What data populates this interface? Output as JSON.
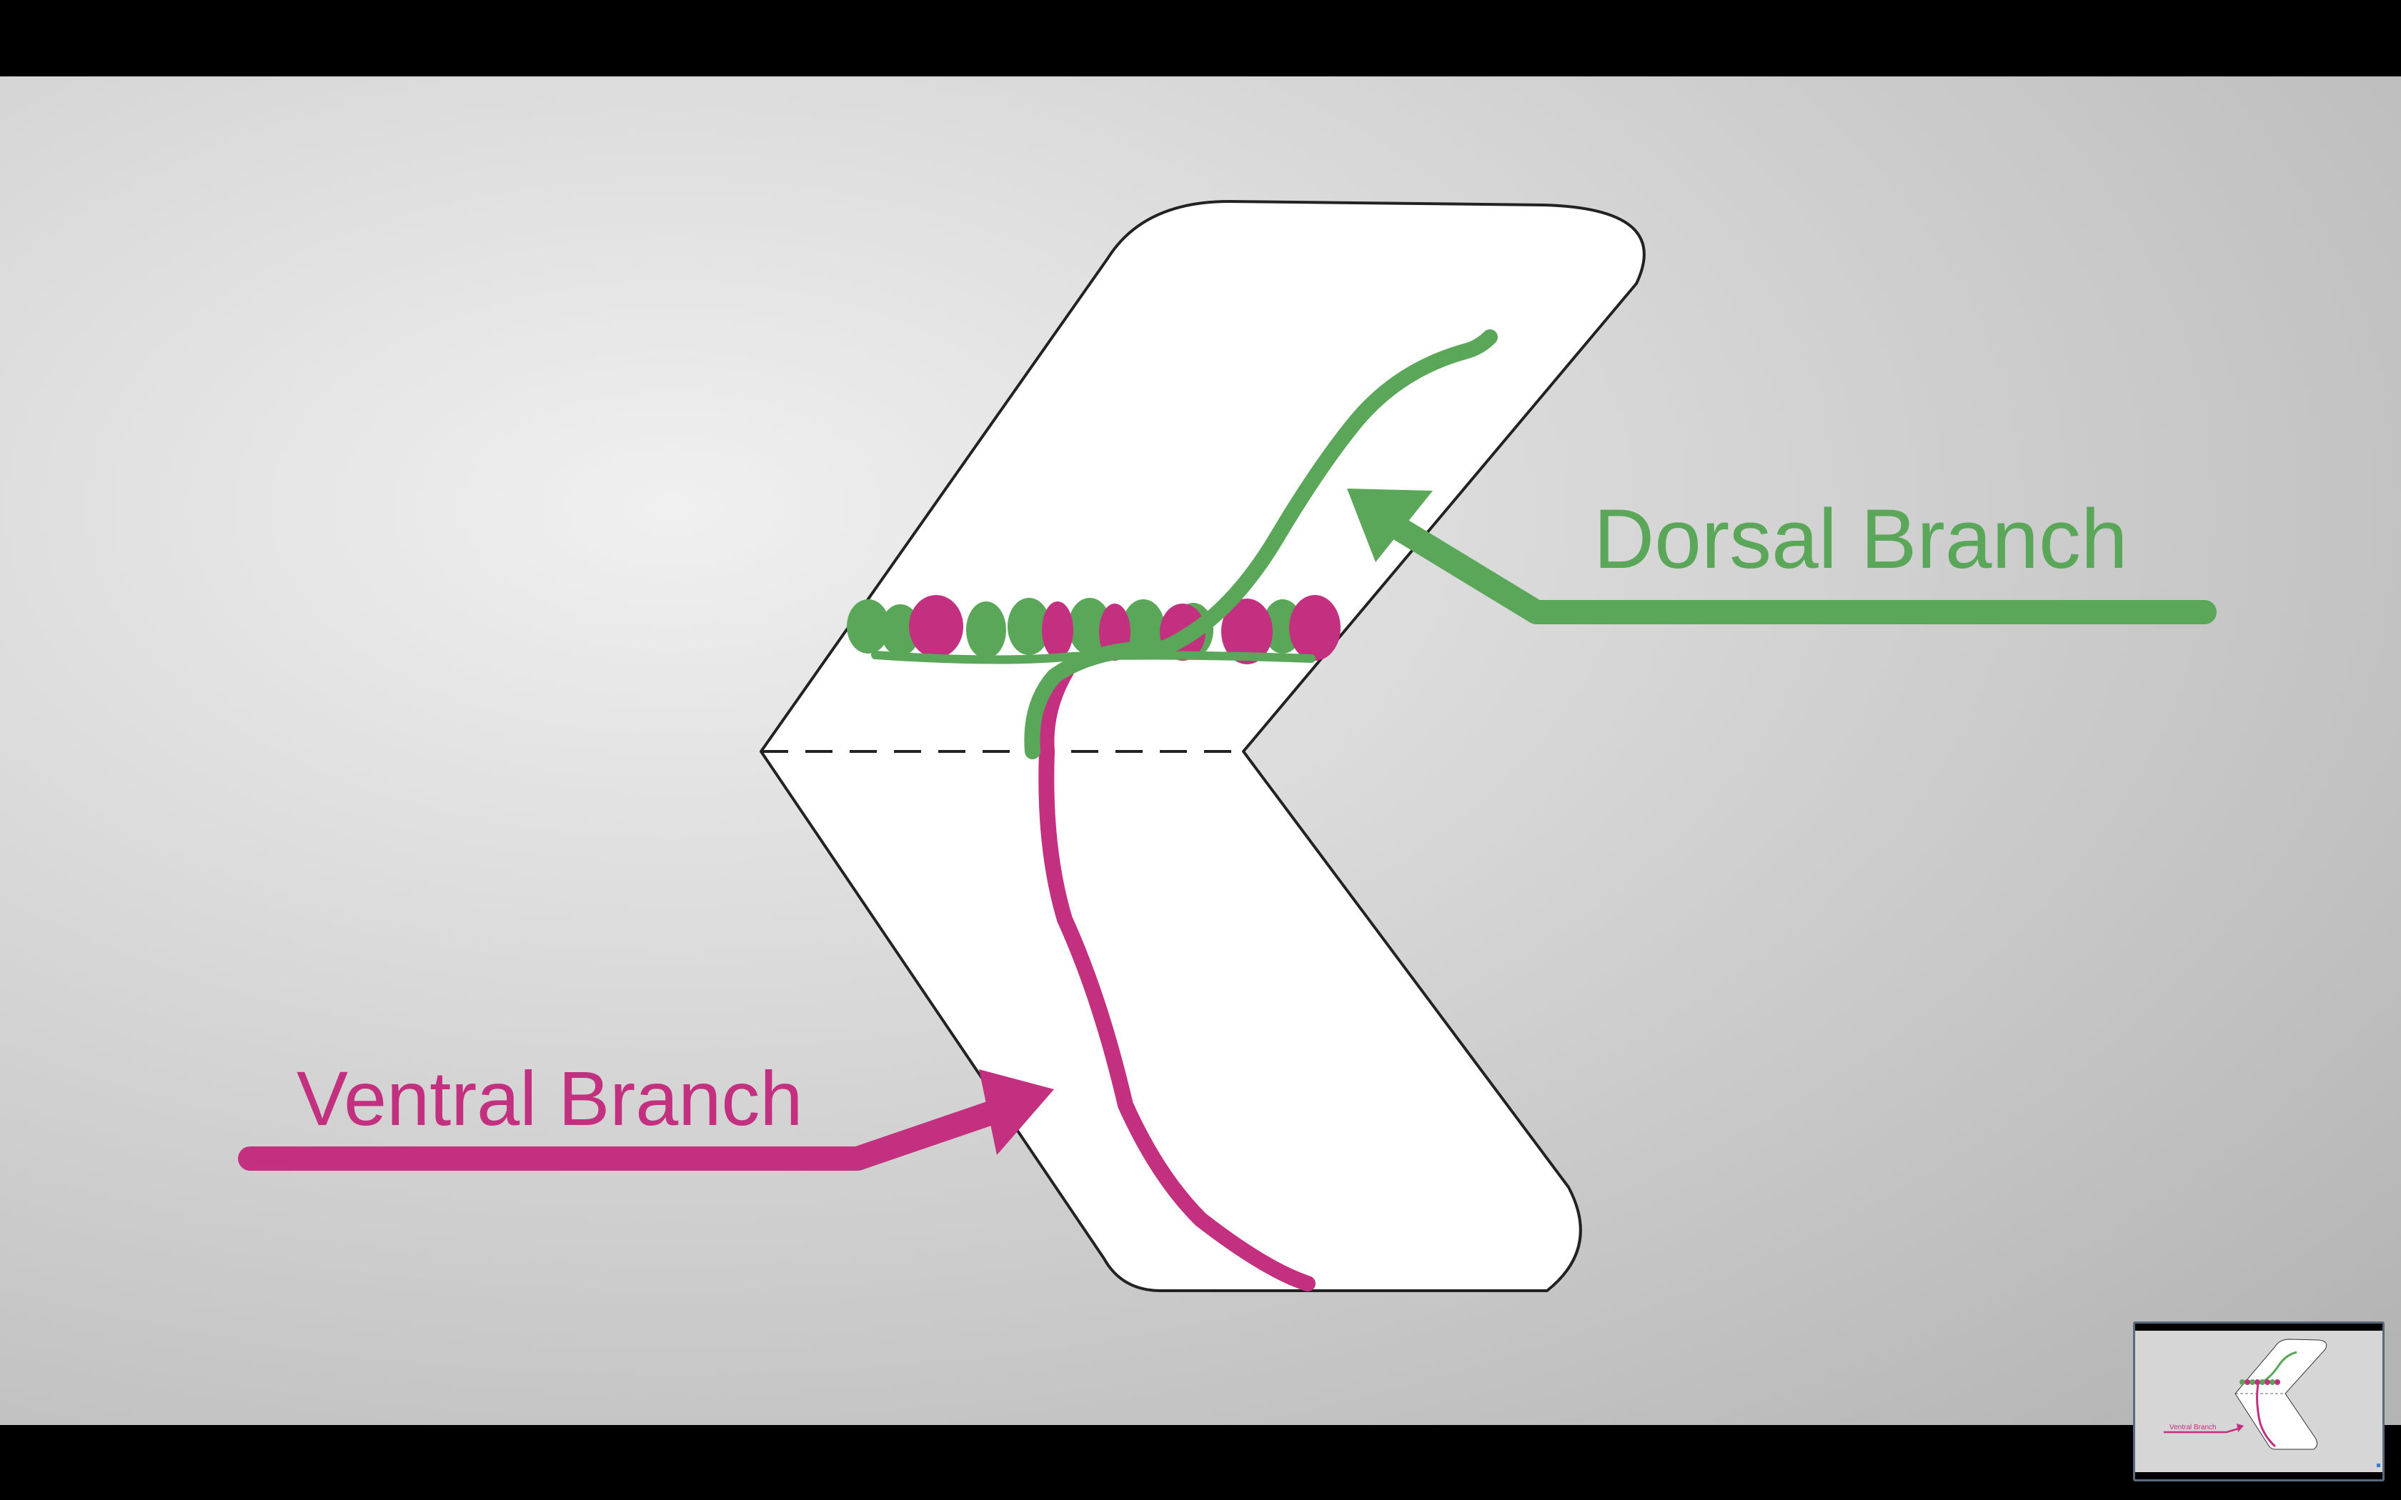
{
  "labels": {
    "dorsal": "Dorsal Branch",
    "ventral": "Ventral Branch"
  },
  "colors": {
    "dorsal": "#5aa75a",
    "ventral": "#c2307f",
    "background_light": "#f0f0f0",
    "background_dark": "#b4b4b4",
    "outline": "#222222"
  },
  "thumbnail": {
    "ventral_label": "Ventral Branch"
  }
}
